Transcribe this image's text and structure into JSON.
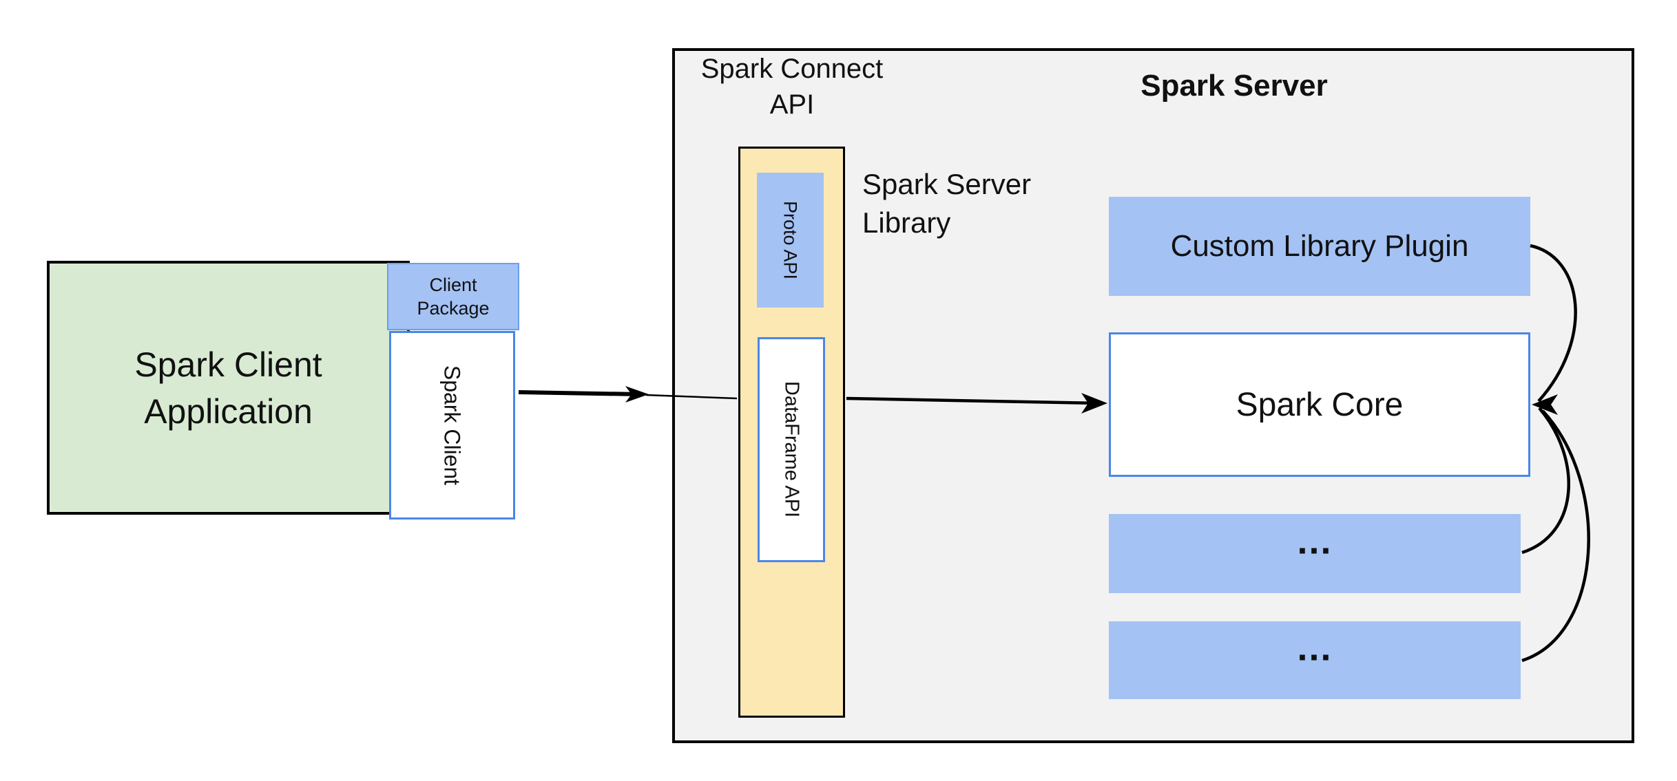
{
  "diagram": {
    "client_app": {
      "line1": "Spark Client",
      "line2": "Application"
    },
    "client_package": {
      "line1": "Client",
      "line2": "Package"
    },
    "spark_client": {
      "label": "Spark Client"
    },
    "connect_api_title": {
      "line1": "Spark Connect",
      "line2": "API"
    },
    "proto_api": {
      "label": "Proto API"
    },
    "dataframe_api": {
      "label": "DataFrame API"
    },
    "server_title": "Spark Server",
    "server_library": {
      "line1": "Spark Server",
      "line2": "Library"
    },
    "custom_plugin": {
      "label": "Custom Library Plugin"
    },
    "spark_core": {
      "label": "Spark Core"
    },
    "ellipsis_boxes": [
      {
        "label": "..."
      },
      {
        "label": "..."
      }
    ]
  },
  "colors": {
    "panel_gray": "#f1f2f1",
    "app_green": "#d9ead3",
    "column_yellow": "#fce8b2",
    "block_blue": "#a4c2f4",
    "border_blue": "#4a86e8",
    "border_black": "#000000",
    "background": "#ffffff"
  }
}
